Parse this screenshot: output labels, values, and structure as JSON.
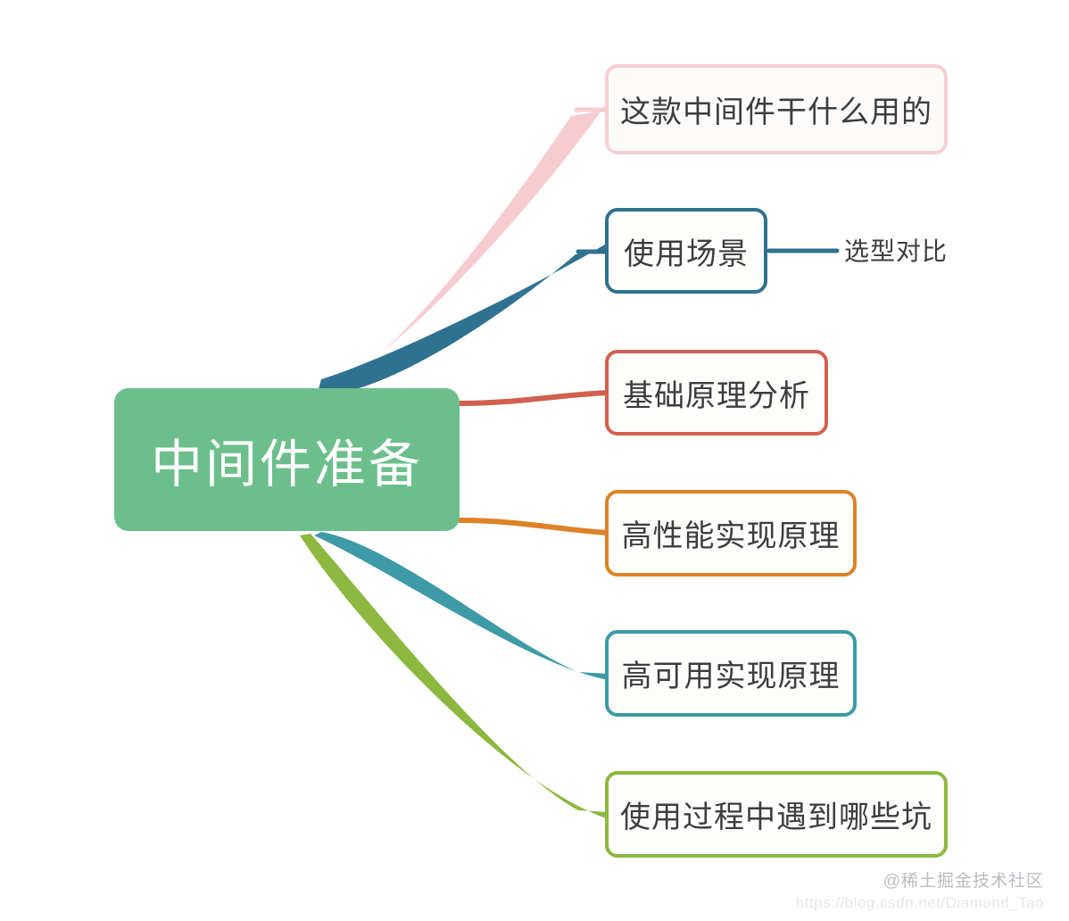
{
  "diagram": {
    "type": "mind-map",
    "title": "中间件准备",
    "root": {
      "label": "中间件准备",
      "fill": "#6cbf8b",
      "text_color": "#ffffff"
    },
    "branches": [
      {
        "id": "branch-1",
        "label": "这款中间件干什么用的",
        "color": "#f6cfd2",
        "children": []
      },
      {
        "id": "branch-2",
        "label": "使用场景",
        "color": "#2f7190",
        "children": [
          {
            "id": "leaf-1",
            "label": "选型对比",
            "color": "#2f7190"
          }
        ]
      },
      {
        "id": "branch-3",
        "label": "基础原理分析",
        "color": "#d1604f",
        "children": []
      },
      {
        "id": "branch-4",
        "label": "高性能实现原理",
        "color": "#de8227",
        "children": []
      },
      {
        "id": "branch-5",
        "label": "高可用实现原理",
        "color": "#3d9aa6",
        "children": []
      },
      {
        "id": "branch-6",
        "label": "使用过程中遇到哪些坑",
        "color": "#8cb83f",
        "children": []
      }
    ]
  },
  "watermark": {
    "brand": "@稀土掘金技术社区",
    "url": "https://blog.csdn.net/Diamond_Tao"
  }
}
